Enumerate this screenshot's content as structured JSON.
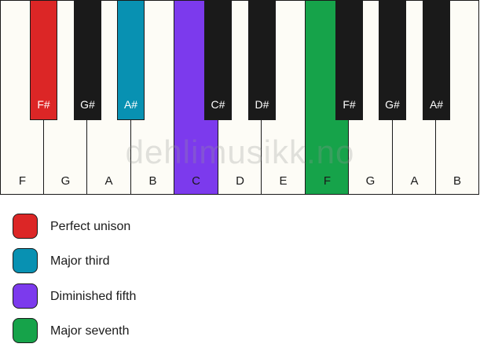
{
  "keyboard": {
    "white_keys": [
      {
        "label": "F",
        "color": "#fdfcf6"
      },
      {
        "label": "G",
        "color": "#fdfcf6"
      },
      {
        "label": "A",
        "color": "#fdfcf6"
      },
      {
        "label": "B",
        "color": "#fdfcf6"
      },
      {
        "label": "C",
        "color": "#7c3aed"
      },
      {
        "label": "D",
        "color": "#fdfcf6"
      },
      {
        "label": "E",
        "color": "#fdfcf6"
      },
      {
        "label": "F",
        "color": "#16a34a"
      },
      {
        "label": "G",
        "color": "#fdfcf6"
      },
      {
        "label": "A",
        "color": "#fdfcf6"
      },
      {
        "label": "B",
        "color": "#fdfcf6"
      }
    ],
    "black_keys": [
      {
        "label": "F#",
        "color": "#dc2626"
      },
      {
        "label": "G#",
        "color": "#1a1a1a"
      },
      {
        "label": "A#",
        "color": "#0891b2"
      },
      {
        "label": "C#",
        "color": "#1a1a1a"
      },
      {
        "label": "D#",
        "color": "#1a1a1a"
      },
      {
        "label": "F#",
        "color": "#1a1a1a"
      },
      {
        "label": "G#",
        "color": "#1a1a1a"
      },
      {
        "label": "A#",
        "color": "#1a1a1a"
      }
    ]
  },
  "watermark": "dehlimusikk.no",
  "legend": [
    {
      "label": "Perfect unison",
      "color": "#dc2626"
    },
    {
      "label": "Major third",
      "color": "#0891b2"
    },
    {
      "label": "Diminished fifth",
      "color": "#7c3aed"
    },
    {
      "label": "Major seventh",
      "color": "#16a34a"
    }
  ]
}
